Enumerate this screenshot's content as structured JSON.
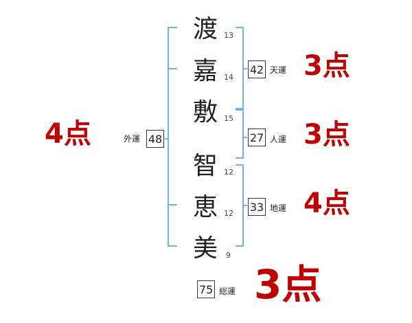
{
  "colors": {
    "bracket": "#6fb3e0",
    "score": "#c00000",
    "text": "#222222"
  },
  "characters": [
    {
      "char": "渡",
      "strokes": "13"
    },
    {
      "char": "嘉",
      "strokes": "14"
    },
    {
      "char": "敷",
      "strokes": "15"
    },
    {
      "char": "智",
      "strokes": "12"
    },
    {
      "char": "恵",
      "strokes": "12"
    },
    {
      "char": "美",
      "strokes": "9"
    }
  ],
  "fortunes": {
    "tenkaku": {
      "value": "42",
      "label": "天運",
      "score": "3点"
    },
    "jinkaku": {
      "value": "27",
      "label": "人運",
      "score": "3点"
    },
    "chikaku": {
      "value": "33",
      "label": "地運",
      "score": "4点"
    },
    "gaikaku": {
      "value": "48",
      "label": "外運",
      "score": "4点"
    },
    "soukaku": {
      "value": "75",
      "label": "総運",
      "score": "3点"
    }
  }
}
